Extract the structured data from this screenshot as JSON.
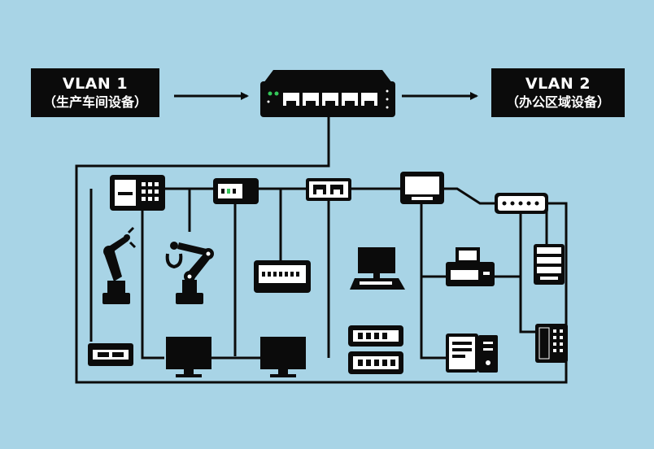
{
  "vlan_left": {
    "name": "VLAN 1",
    "desc": "（生产车间设备）"
  },
  "vlan_right": {
    "name": "VLAN 2",
    "desc": "（办公区域设备）"
  },
  "colors": {
    "background": "#a8d4e6",
    "ink": "#0b0b0b",
    "status_led": "#34c759"
  },
  "icons": [
    "network-switch-icon",
    "arrow-right-icon",
    "payphone-icon",
    "control-panel-icon",
    "patch-panel-icon",
    "monitor-icon",
    "modem-icon",
    "robot-arm-icon",
    "gripper-robot-icon",
    "network-device-icon",
    "computer-terminal-icon",
    "printer-icon",
    "server-panel-icon",
    "switch-unit-icon",
    "router-unit-icon",
    "pc-tower-icon",
    "desk-phone-icon",
    "hub-icon"
  ]
}
